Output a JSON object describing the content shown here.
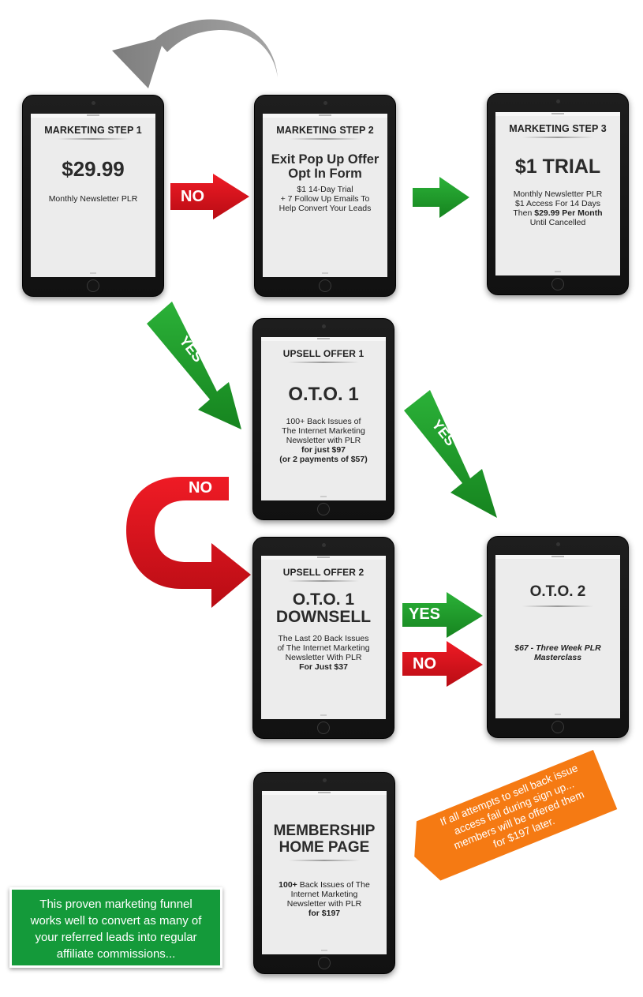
{
  "labels": {
    "no_1": "NO",
    "yes_1": "YES",
    "yes_2": "YES",
    "no_2": "NO",
    "yes_3": "YES",
    "no_3": "NO"
  },
  "step1": {
    "title": "MARKETING STEP 1",
    "price": "$29.99",
    "desc": "Monthly Newsletter PLR"
  },
  "step2": {
    "title": "MARKETING STEP 2",
    "headline1": "Exit Pop Up Offer",
    "headline2": "Opt In Form",
    "line1": "$1 14-Day Trial",
    "line2": "+ 7 Follow Up Emails To",
    "line3": "Help Convert Your Leads"
  },
  "step3": {
    "title": "MARKETING STEP 3",
    "headline": "$1 TRIAL",
    "line1": "Monthly Newsletter PLR",
    "line2": "$1 Access For 14 Days",
    "line3_pre": "Then ",
    "line3_bold": "$29.99 Per Month",
    "line4": "Until Cancelled"
  },
  "upsell1": {
    "title": "UPSELL OFFER 1",
    "headline": "O.T.O. 1",
    "line1": "100+ Back Issues of",
    "line2": "The Internet Marketing",
    "line3": "Newsletter with PLR",
    "line4": "for just $97",
    "line5": "(or 2 payments of $57)"
  },
  "upsell2": {
    "title": "UPSELL OFFER 2",
    "headline1": "O.T.O. 1",
    "headline2": "DOWNSELL",
    "line1": "The Last 20 Back Issues",
    "line2": "of The Internet Marketing",
    "line3": "Newsletter With PLR",
    "line4": "For Just $37"
  },
  "oto2": {
    "headline": "O.T.O. 2",
    "line1": "$67 - Three Week PLR",
    "line2": "Masterclass"
  },
  "membership": {
    "headline1": "MEMBERSHIP",
    "headline2": "HOME PAGE",
    "line1_bold": "100+",
    "line1_rest": " Back Issues of The",
    "line2": "Internet Marketing",
    "line3": "Newsletter with PLR",
    "line4": "for $197"
  },
  "callout": {
    "line1": "If all attempts to sell back issue",
    "line2": "access fail during sign up...",
    "line3": "members will be offered them",
    "line4": "for $197 later."
  },
  "note": {
    "line1": "This proven marketing funnel",
    "line2": "works well to convert as many of",
    "line3": "your referred leads into regular",
    "line4": "affiliate commissions..."
  },
  "colors": {
    "red": "#d6101a",
    "green": "#1f9a2c",
    "gray": "#8f8f8f",
    "orange": "#f57a13",
    "note_green": "#149a3a"
  }
}
